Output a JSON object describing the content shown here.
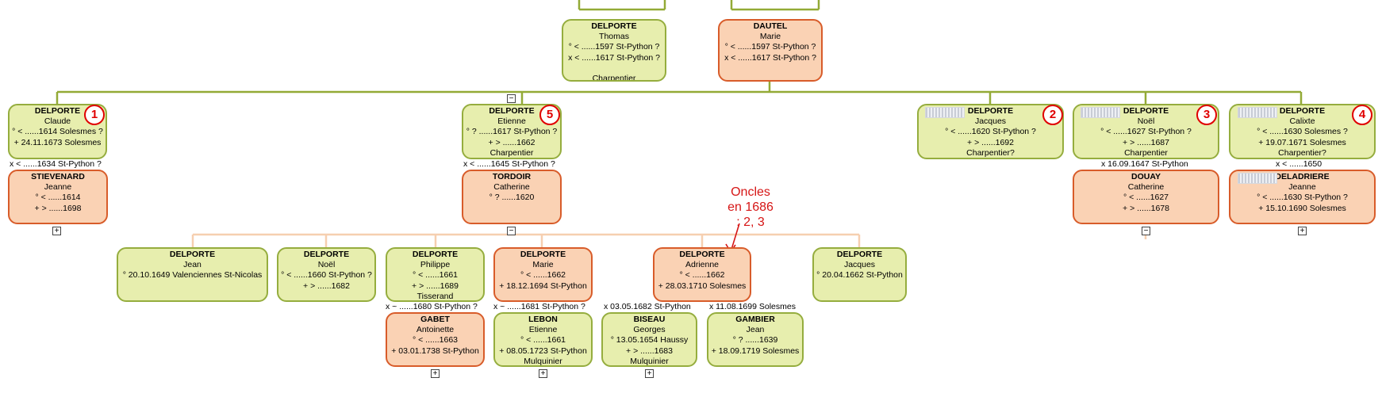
{
  "persons": {
    "thomas": {
      "surname": "DELPORTE",
      "given": "Thomas",
      "lines": [
        "° < ......1597 St-Python ?",
        "x < ......1617 St-Python ?",
        "",
        "Charpentier"
      ]
    },
    "marie_dautel": {
      "surname": "DAUTEL",
      "given": "Marie",
      "lines": [
        "° < ......1597 St-Python ?",
        "x < ......1617 St-Python ?"
      ]
    },
    "claude": {
      "surname": "DELPORTE",
      "given": "Claude",
      "lines": [
        "° < ......1614 Solesmes ?",
        "+ 24.11.1673 Solesmes"
      ]
    },
    "etienne": {
      "surname": "DELPORTE",
      "given": "Etienne",
      "lines": [
        "° ? ......1617 St-Python ?",
        "+ > ......1662",
        "Charpentier"
      ]
    },
    "jacques_sr": {
      "surname": "DELPORTE",
      "given": "Jacques",
      "lines": [
        "° < ......1620 St-Python ?",
        "+ > ......1692",
        "Charpentier?"
      ]
    },
    "noel_sr": {
      "surname": "DELPORTE",
      "given": "Noël",
      "lines": [
        "° < ......1627 St-Python ?",
        "+ > ......1687",
        "Charpentier"
      ]
    },
    "calixte": {
      "surname": "DELPORTE",
      "given": "Calixte",
      "lines": [
        "° < ......1630 Solesmes ?",
        "+ 19.07.1671 Solesmes",
        "Charpentier?"
      ]
    },
    "jeanne_s": {
      "surname": "STIEVENARD",
      "given": "Jeanne",
      "lines": [
        "° < ......1614",
        "+ > ......1698"
      ]
    },
    "catherine_t": {
      "surname": "TORDOIR",
      "given": "Catherine",
      "lines": [
        "° ? ......1620"
      ]
    },
    "catherine_d": {
      "surname": "DOUAY",
      "given": "Catherine",
      "lines": [
        "° < ......1627",
        "+ > ......1678"
      ]
    },
    "jeanne_d": {
      "surname": "DELADRIERE",
      "given": "Jeanne",
      "lines": [
        "° < ......1630 St-Python ?",
        "+ 15.10.1690 Solesmes"
      ]
    },
    "jean": {
      "surname": "DELPORTE",
      "given": "Jean",
      "lines": [
        "° 20.10.1649 Valenciennes St-Nicolas"
      ]
    },
    "noel_jr": {
      "surname": "DELPORTE",
      "given": "Noël",
      "lines": [
        "° < ......1660 St-Python ?",
        "+ > ......1682"
      ]
    },
    "philippe": {
      "surname": "DELPORTE",
      "given": "Philippe",
      "lines": [
        "° < ......1661",
        "+ > ......1689",
        "Tisserand"
      ]
    },
    "marie_d": {
      "surname": "DELPORTE",
      "given": "Marie",
      "lines": [
        "° < ......1662",
        "+ 18.12.1694 St-Python"
      ]
    },
    "adrienne": {
      "surname": "DELPORTE",
      "given": "Adrienne",
      "lines": [
        "° < ......1662",
        "+ 28.03.1710 Solesmes"
      ]
    },
    "jacques_jr": {
      "surname": "DELPORTE",
      "given": "Jacques",
      "lines": [
        "° 20.04.1662 St-Python"
      ]
    },
    "antoinette": {
      "surname": "GABET",
      "given": "Antoinette",
      "lines": [
        "° < ......1663",
        "+ 03.01.1738 St-Python"
      ]
    },
    "etienne_l": {
      "surname": "LEBON",
      "given": "Etienne",
      "lines": [
        "° < ......1661",
        "+ 08.05.1723 St-Python",
        "Mulquinier"
      ]
    },
    "georges": {
      "surname": "BISEAU",
      "given": "Georges",
      "lines": [
        "° 13.05.1654 Haussy",
        "+ > ......1683",
        "Mulquinier"
      ]
    },
    "jean_g": {
      "surname": "GAMBIER",
      "given": "Jean",
      "lines": [
        "° ? ......1639",
        "+ 18.09.1719 Solesmes"
      ]
    }
  },
  "marriages": {
    "claude": "x < ......1634 St-Python ?",
    "etienne": "x < ......1645 St-Python ?",
    "noel": "x 16.09.1647 St-Python",
    "calixte": "x < ......1650",
    "philippe": "x ~ ......1680 St-Python ?",
    "marie": "x ~ ......1681 St-Python ?",
    "adrienne_1": "x 03.05.1682 St-Python",
    "adrienne_2": "x 11.08.1699 Solesmes"
  },
  "badges": {
    "claude": "1",
    "etienne": "5",
    "jacques": "2",
    "noel": "3",
    "calixte": "4"
  },
  "toggles": {
    "expand": "+",
    "collapse": "−"
  },
  "annotation": {
    "line1": "Oncles",
    "line2": "en 1686",
    "line3": ": 2, 3"
  },
  "colors": {
    "male_fill": "#e7eeae",
    "male_border": "#95ad3e",
    "female_fill": "#fad2b4",
    "female_border": "#d85c2a",
    "tree_line": "#93aa36",
    "child_line": "#f6cfb0",
    "annotation": "#d61616"
  }
}
